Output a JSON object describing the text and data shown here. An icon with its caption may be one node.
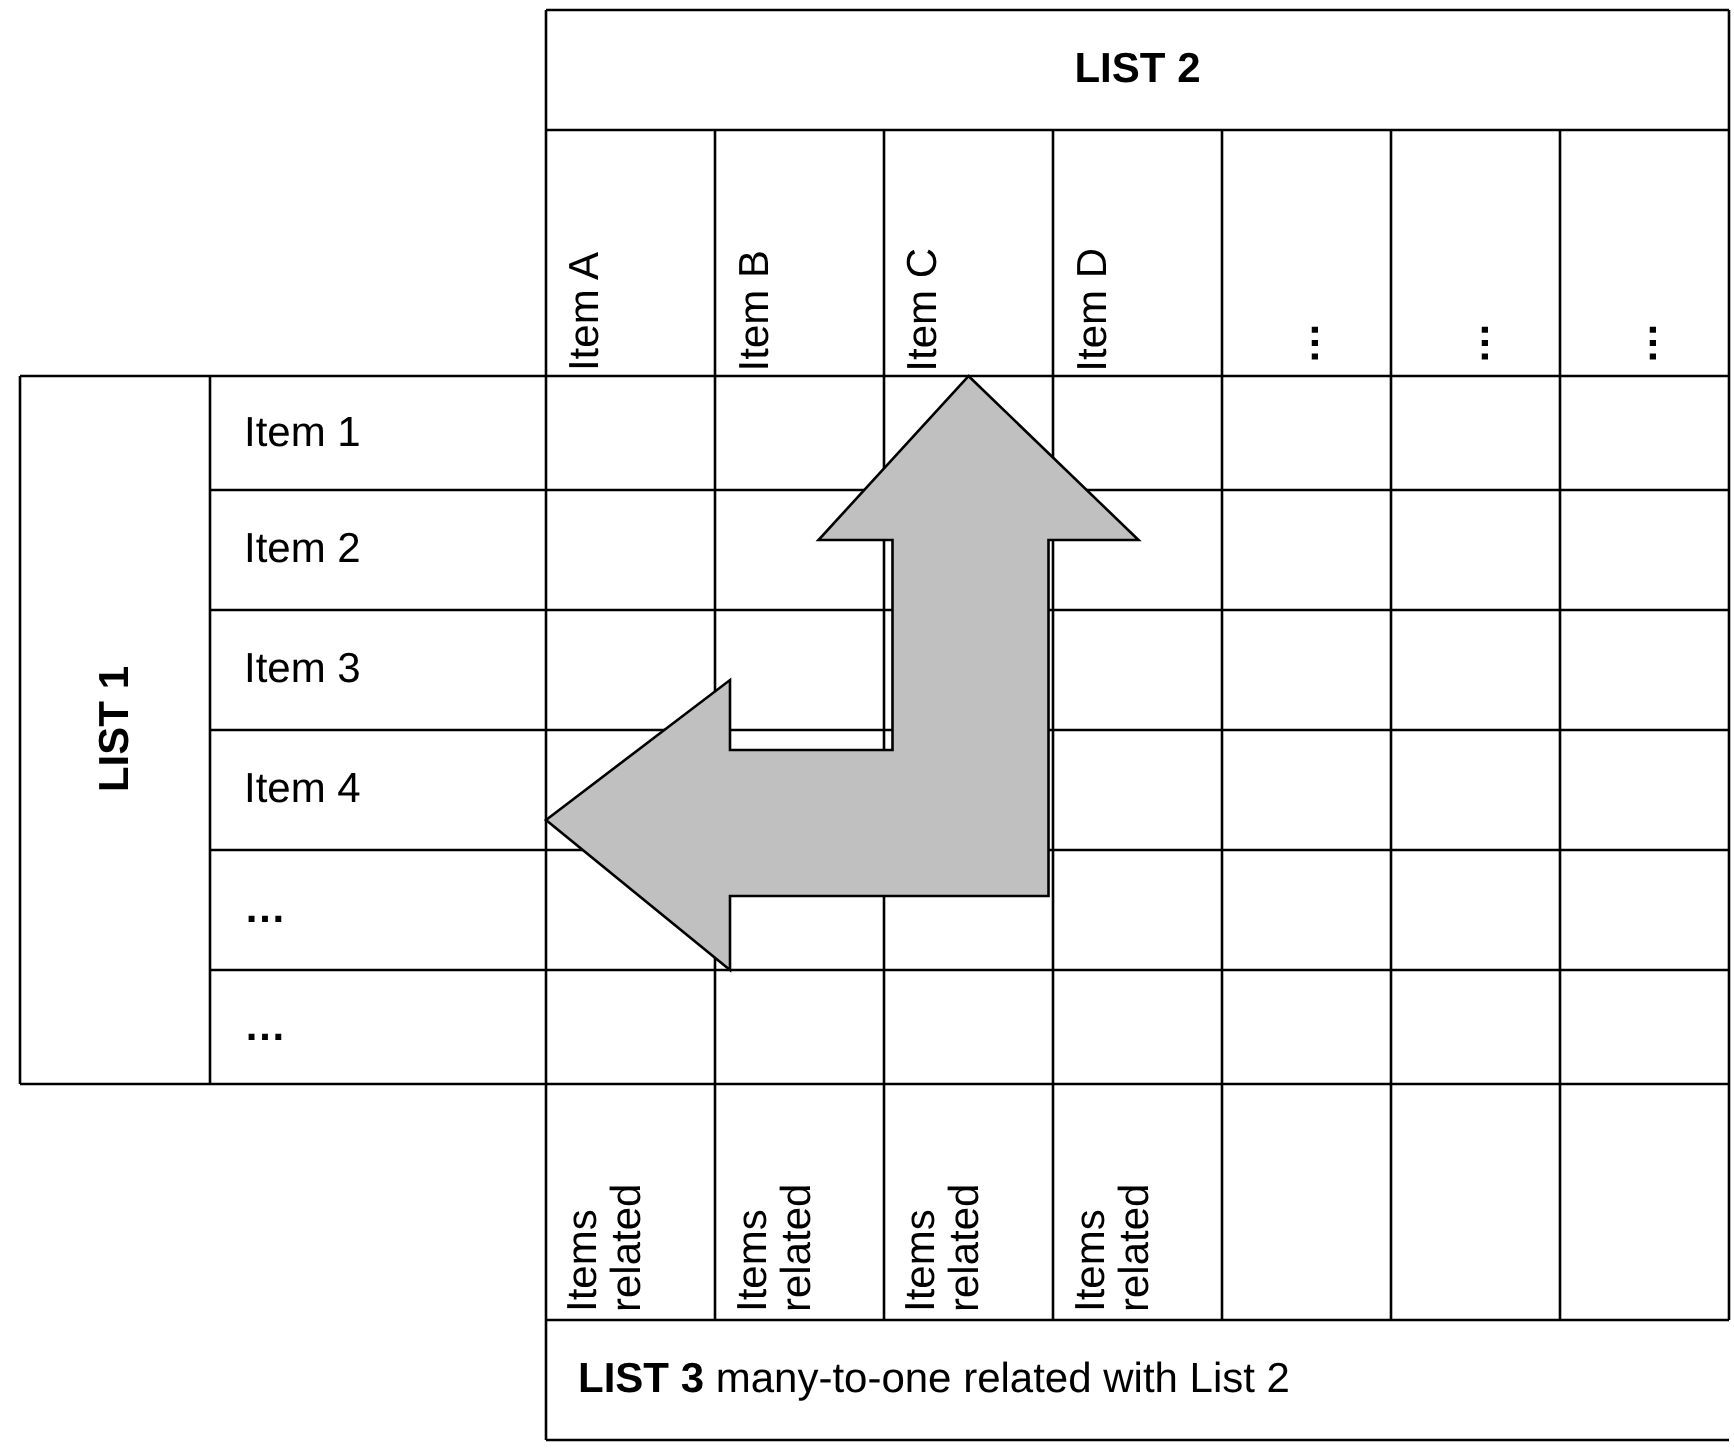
{
  "diagram": {
    "nodes": [
      {
        "text": [
          "LIST 2"
        ]
      },
      {
        "text": [
          "Item A"
        ]
      },
      {
        "text": [
          "Item B"
        ]
      },
      {
        "text": [
          "Item C"
        ]
      },
      {
        "text": [
          "Item D"
        ]
      },
      {
        "text": [
          "…"
        ]
      },
      {
        "text": [
          "…"
        ]
      },
      {
        "text": [
          "…"
        ]
      },
      {
        "text": [
          "LIST 1"
        ]
      },
      {
        "text": [
          "Item 1"
        ]
      },
      {
        "text": [
          "Item 2"
        ]
      },
      {
        "text": [
          "Item 3"
        ]
      },
      {
        "text": [
          "Item 4"
        ]
      },
      {
        "text": [
          "…"
        ]
      },
      {
        "text": [
          "…"
        ]
      },
      {
        "text": [
          "Items related"
        ]
      },
      {
        "text": [
          "Items related"
        ]
      },
      {
        "text": [
          "Items related"
        ]
      },
      {
        "text": [
          "Items related"
        ]
      },
      {
        "text": [
          "**LIST 3** many-to-one related with List 2"
        ]
      }
    ],
    "edges": [
      {
        "from": 3,
        "to": 12,
        "arrow": "both"
      }
    ]
  }
}
